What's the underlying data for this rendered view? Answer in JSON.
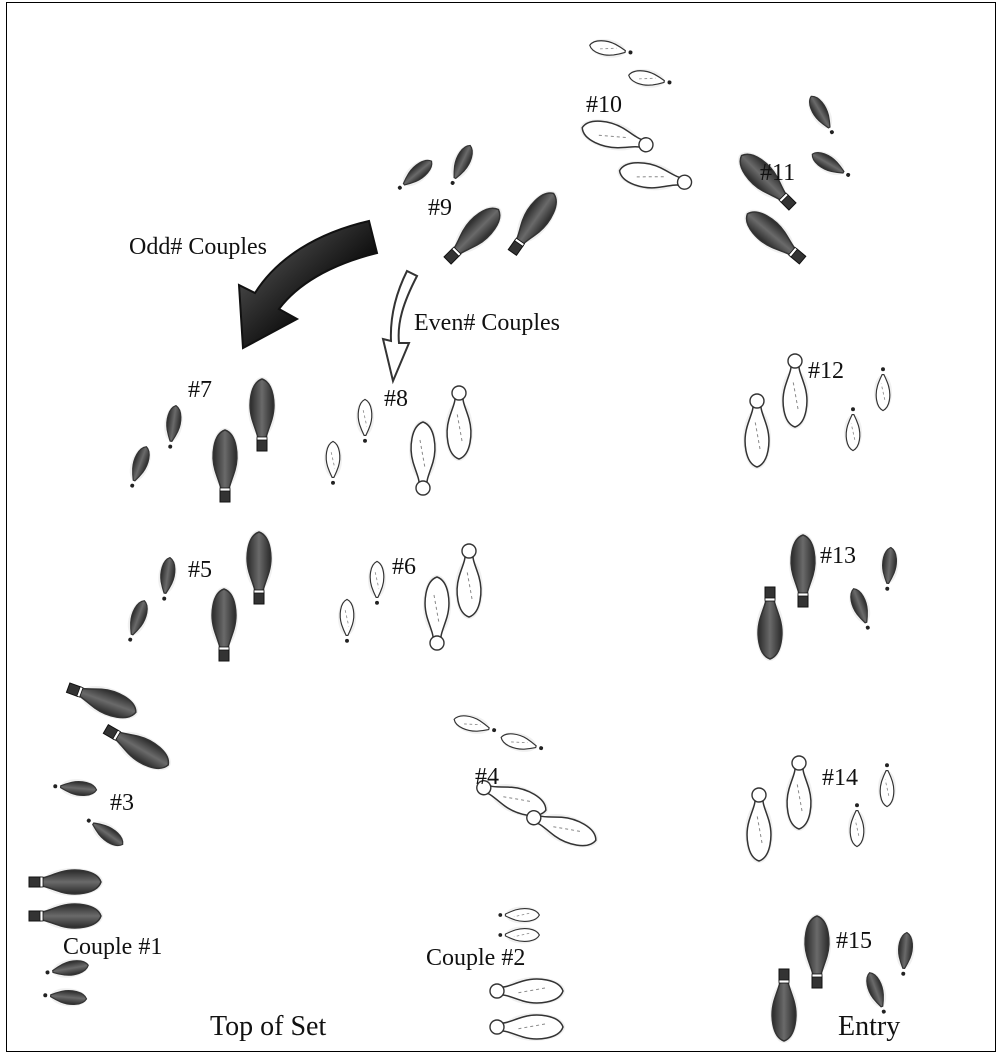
{
  "labels": {
    "couple1": "Couple #1",
    "couple2": "Couple #2",
    "n3": "#3",
    "n4": "#4",
    "n5": "#5",
    "n6": "#6",
    "n7": "#7",
    "n8": "#8",
    "n9": "#9",
    "n10": "#10",
    "n11": "#11",
    "n12": "#12",
    "n13": "#13",
    "n14": "#14",
    "n15": "#15",
    "odd": "Odd# Couples",
    "even": "Even# Couples",
    "top": "Top of Set",
    "entry": "Entry"
  },
  "colors": {
    "odd_fill": "#555555",
    "even_fill": "#ffffff",
    "outline": "#333333",
    "arrow_dark": "#1a1a1a"
  }
}
